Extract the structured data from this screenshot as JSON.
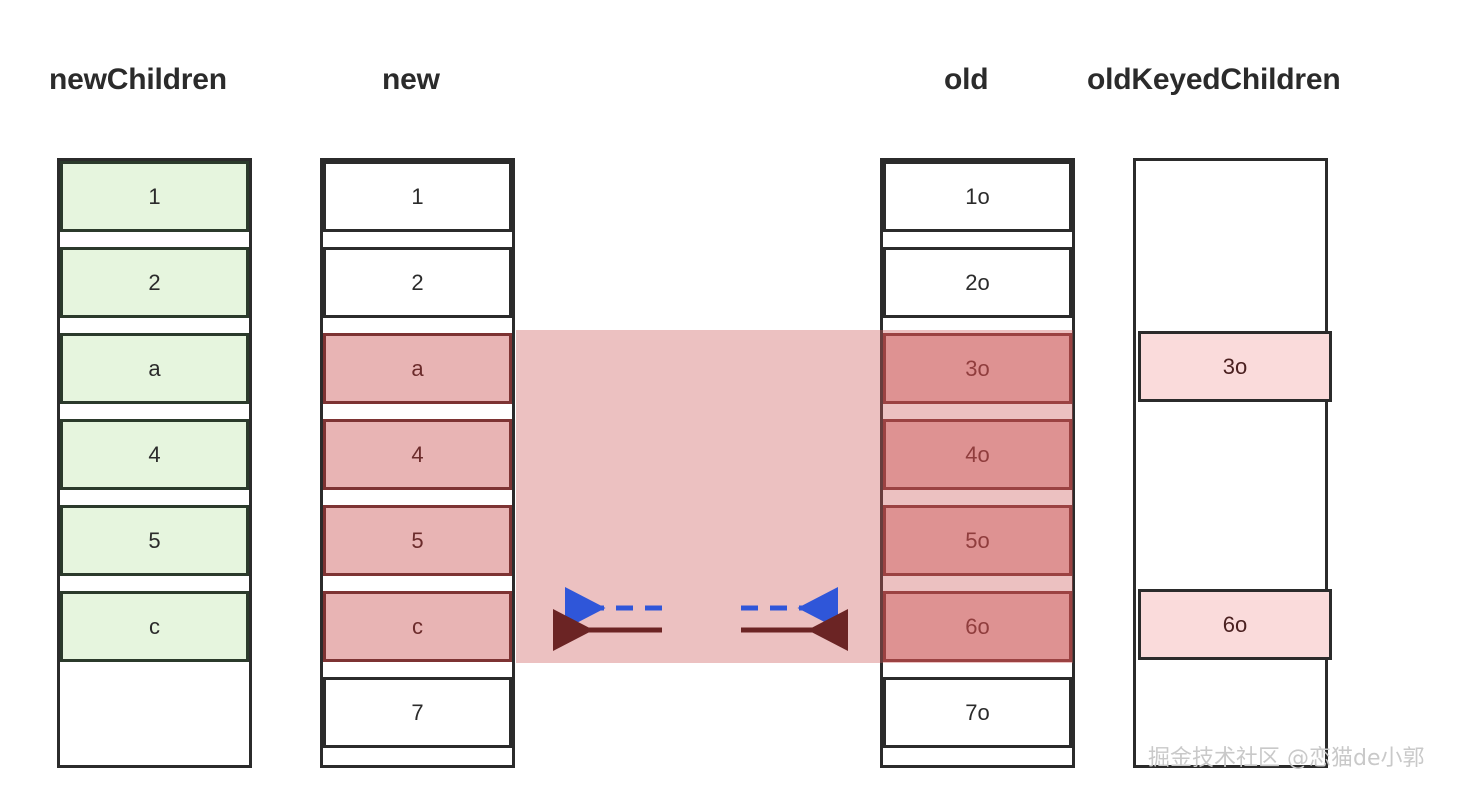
{
  "diagram": {
    "title_newChildren": "newChildren",
    "title_new": "new",
    "title_old": "old",
    "title_oldKeyedChildren": "oldKeyedChildren",
    "watermark": "掘金技术社区 @恋猫de小郭"
  },
  "colors": {
    "green_fill": "#e6f5de",
    "red_fill": "#e8b4b4",
    "pink_fill": "#fadbdb",
    "overlay": "rgba(205,92,92,0.38)",
    "stroke": "#2b2b2b",
    "arrow_blue": "#2f56d9",
    "arrow_darkred": "#6b2424",
    "watermark": "#c9c9c9"
  },
  "columns": {
    "newChildren": {
      "label": "newChildren",
      "cells": [
        {
          "text": "1",
          "style": "green"
        },
        {
          "text": "2",
          "style": "green"
        },
        {
          "text": "a",
          "style": "green"
        },
        {
          "text": "4",
          "style": "green"
        },
        {
          "text": "5",
          "style": "green"
        },
        {
          "text": "c",
          "style": "green"
        }
      ]
    },
    "new": {
      "label": "new",
      "cells": [
        {
          "text": "1",
          "style": "plain"
        },
        {
          "text": "2",
          "style": "plain"
        },
        {
          "text": "a",
          "style": "red"
        },
        {
          "text": "4",
          "style": "red"
        },
        {
          "text": "5",
          "style": "red"
        },
        {
          "text": "c",
          "style": "red"
        },
        {
          "text": "7",
          "style": "plain"
        }
      ]
    },
    "old": {
      "label": "old",
      "cells": [
        {
          "text": "1o",
          "style": "plain"
        },
        {
          "text": "2o",
          "style": "plain"
        },
        {
          "text": "3o",
          "style": "red"
        },
        {
          "text": "4o",
          "style": "red"
        },
        {
          "text": "5o",
          "style": "red"
        },
        {
          "text": "6o",
          "style": "red"
        },
        {
          "text": "7o",
          "style": "plain"
        }
      ]
    },
    "oldKeyedChildren": {
      "label": "oldKeyedChildren",
      "cells": [
        {
          "text": "3o",
          "style": "pink",
          "slot": 2
        },
        {
          "text": "6o",
          "style": "pink",
          "slot": 5
        }
      ]
    }
  },
  "arrows": [
    {
      "name": "left-dashed-arrow",
      "direction": "left",
      "style": "dashed",
      "color": "#2f56d9"
    },
    {
      "name": "left-solid-arrow",
      "direction": "left",
      "style": "solid",
      "color": "#6b2424"
    },
    {
      "name": "right-dashed-arrow",
      "direction": "right",
      "style": "dashed",
      "color": "#2f56d9"
    },
    {
      "name": "right-solid-arrow",
      "direction": "right",
      "style": "solid",
      "color": "#6b2424"
    }
  ]
}
